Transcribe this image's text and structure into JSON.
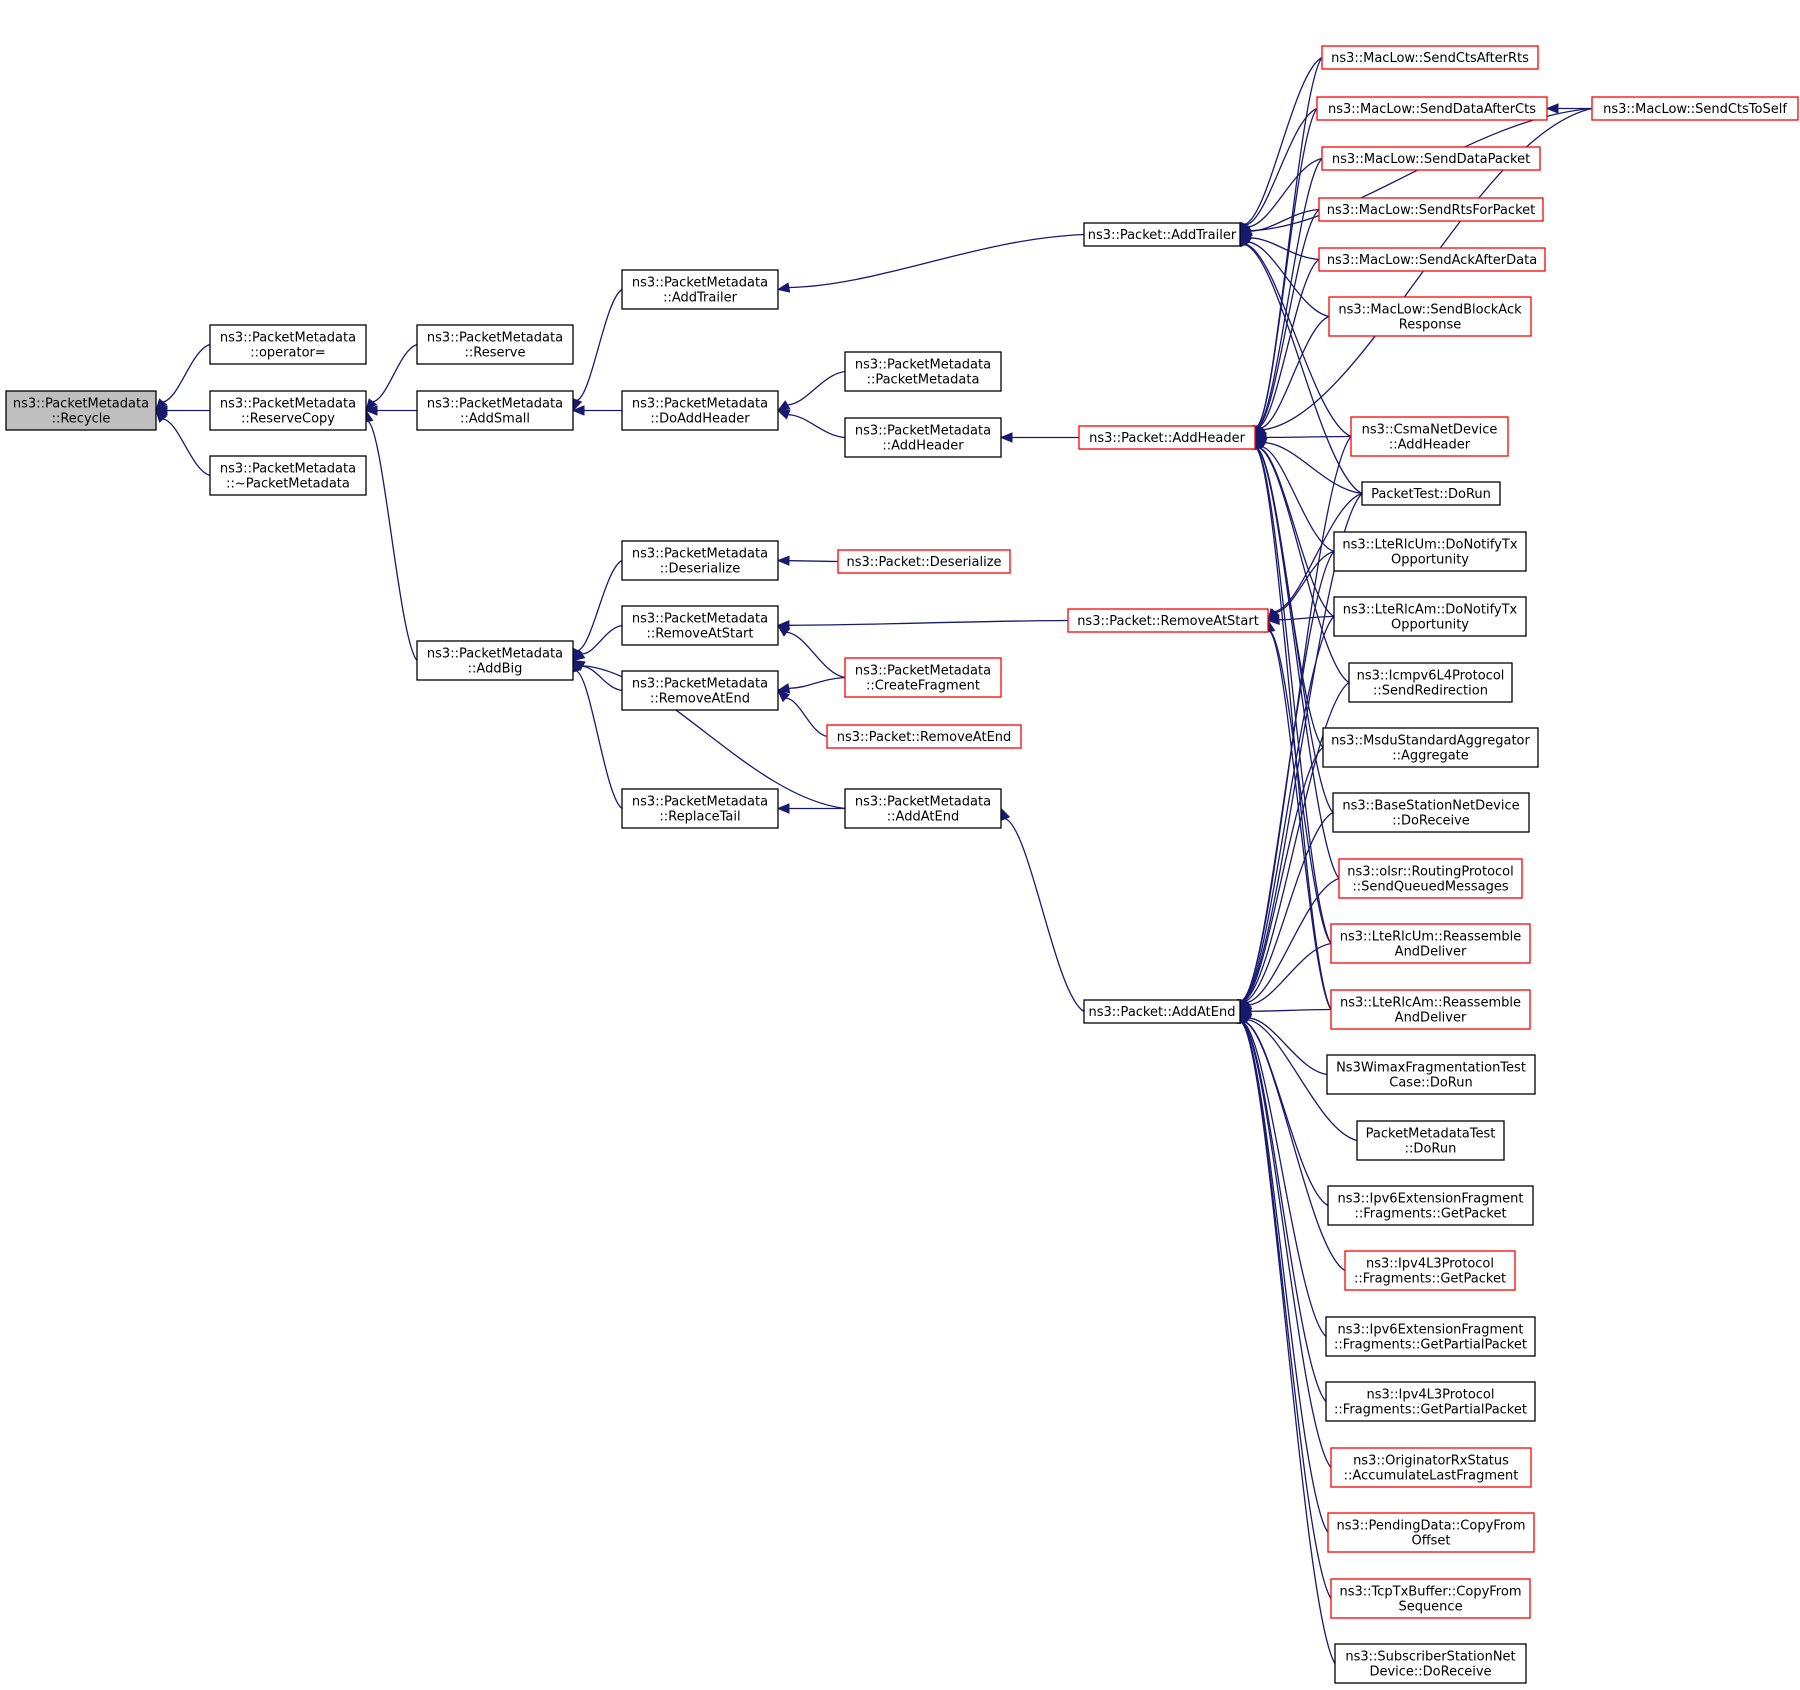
{
  "diagram": {
    "type": "call-graph",
    "direction": "right-to-left",
    "colors": {
      "edge": "#191970",
      "focus_fill": "#bfbfbf",
      "node_border": "#000000",
      "truncated_border": "#ff0000",
      "text": "#000000"
    },
    "nodes": [
      {
        "id": "recycle",
        "lines": [
          "ns3::PacketMetadata",
          "::Recycle"
        ],
        "style": "focus"
      },
      {
        "id": "operator_eq",
        "lines": [
          "ns3::PacketMetadata",
          "::operator="
        ],
        "style": "normal"
      },
      {
        "id": "reservecopy",
        "lines": [
          "ns3::PacketMetadata",
          "::ReserveCopy"
        ],
        "style": "normal"
      },
      {
        "id": "dtor",
        "lines": [
          "ns3::PacketMetadata",
          "::~PacketMetadata"
        ],
        "style": "normal"
      },
      {
        "id": "reserve",
        "lines": [
          "ns3::PacketMetadata",
          "::Reserve"
        ],
        "style": "normal"
      },
      {
        "id": "addsmall",
        "lines": [
          "ns3::PacketMetadata",
          "::AddSmall"
        ],
        "style": "normal"
      },
      {
        "id": "addbig",
        "lines": [
          "ns3::PacketMetadata",
          "::AddBig"
        ],
        "style": "normal"
      },
      {
        "id": "pm_addtrailer",
        "lines": [
          "ns3::PacketMetadata",
          "::AddTrailer"
        ],
        "style": "normal"
      },
      {
        "id": "pm_doaddheader",
        "lines": [
          "ns3::PacketMetadata",
          "::DoAddHeader"
        ],
        "style": "normal"
      },
      {
        "id": "pm_deserialize",
        "lines": [
          "ns3::PacketMetadata",
          "::Deserialize"
        ],
        "style": "normal"
      },
      {
        "id": "pm_removeatstart",
        "lines": [
          "ns3::PacketMetadata",
          "::RemoveAtStart"
        ],
        "style": "normal"
      },
      {
        "id": "pm_removeatend",
        "lines": [
          "ns3::PacketMetadata",
          "::RemoveAtEnd"
        ],
        "style": "normal"
      },
      {
        "id": "pm_replacetail",
        "lines": [
          "ns3::PacketMetadata",
          "::ReplaceTail"
        ],
        "style": "normal"
      },
      {
        "id": "pm_ctor",
        "lines": [
          "ns3::PacketMetadata",
          "::PacketMetadata"
        ],
        "style": "normal"
      },
      {
        "id": "pm_addheader",
        "lines": [
          "ns3::PacketMetadata",
          "::AddHeader"
        ],
        "style": "normal"
      },
      {
        "id": "p_deserialize",
        "lines": [
          "ns3::Packet::Deserialize"
        ],
        "style": "truncated"
      },
      {
        "id": "pm_createfragment",
        "lines": [
          "ns3::PacketMetadata",
          "::CreateFragment"
        ],
        "style": "truncated"
      },
      {
        "id": "p_removeatend",
        "lines": [
          "ns3::Packet::RemoveAtEnd"
        ],
        "style": "truncated"
      },
      {
        "id": "pm_addatend",
        "lines": [
          "ns3::PacketMetadata",
          "::AddAtEnd"
        ],
        "style": "normal"
      },
      {
        "id": "p_addtrailer",
        "lines": [
          "ns3::Packet::AddTrailer"
        ],
        "style": "normal"
      },
      {
        "id": "p_addheader",
        "lines": [
          "ns3::Packet::AddHeader"
        ],
        "style": "truncated"
      },
      {
        "id": "p_removeatstart",
        "lines": [
          "ns3::Packet::RemoveAtStart"
        ],
        "style": "truncated"
      },
      {
        "id": "p_addatend",
        "lines": [
          "ns3::Packet::AddAtEnd"
        ],
        "style": "normal"
      },
      {
        "id": "ml_sendctsafterrts",
        "lines": [
          "ns3::MacLow::SendCtsAfterRts"
        ],
        "style": "truncated"
      },
      {
        "id": "ml_senddataaftercts",
        "lines": [
          "ns3::MacLow::SendDataAfterCts"
        ],
        "style": "truncated"
      },
      {
        "id": "ml_senddatapacket",
        "lines": [
          "ns3::MacLow::SendDataPacket"
        ],
        "style": "truncated"
      },
      {
        "id": "ml_sendrtsforpacket",
        "lines": [
          "ns3::MacLow::SendRtsForPacket"
        ],
        "style": "truncated"
      },
      {
        "id": "ml_sendackafterdata",
        "lines": [
          "ns3::MacLow::SendAckAfterData"
        ],
        "style": "truncated"
      },
      {
        "id": "ml_sendblockack",
        "lines": [
          "ns3::MacLow::SendBlockAck",
          "Response"
        ],
        "style": "truncated"
      },
      {
        "id": "ml_sendctstoself",
        "lines": [
          "ns3::MacLow::SendCtsToSelf"
        ],
        "style": "truncated"
      },
      {
        "id": "csma_addheader",
        "lines": [
          "ns3::CsmaNetDevice",
          "::AddHeader"
        ],
        "style": "truncated"
      },
      {
        "id": "packettest_dorun",
        "lines": [
          "PacketTest::DoRun"
        ],
        "style": "normal"
      },
      {
        "id": "lterlcum_dontx",
        "lines": [
          "ns3::LteRlcUm::DoNotifyTx",
          "Opportunity"
        ],
        "style": "normal"
      },
      {
        "id": "lterlcam_dontx",
        "lines": [
          "ns3::LteRlcAm::DoNotifyTx",
          "Opportunity"
        ],
        "style": "normal"
      },
      {
        "id": "icmpv6_sendredirection",
        "lines": [
          "ns3::Icmpv6L4Protocol",
          "::SendRedirection"
        ],
        "style": "normal"
      },
      {
        "id": "msdu_aggregate",
        "lines": [
          "ns3::MsduStandardAggregator",
          "::Aggregate"
        ],
        "style": "normal"
      },
      {
        "id": "bsnd_doreceive",
        "lines": [
          "ns3::BaseStationNetDevice",
          "::DoReceive"
        ],
        "style": "normal"
      },
      {
        "id": "olsr_sendqueued",
        "lines": [
          "ns3::olsr::RoutingProtocol",
          "::SendQueuedMessages"
        ],
        "style": "truncated"
      },
      {
        "id": "lterlcum_reassemble",
        "lines": [
          "ns3::LteRlcUm::Reassemble",
          "AndDeliver"
        ],
        "style": "truncated"
      },
      {
        "id": "lterlcam_reassemble",
        "lines": [
          "ns3::LteRlcAm::Reassemble",
          "AndDeliver"
        ],
        "style": "truncated"
      },
      {
        "id": "wimaxfrag_dorun",
        "lines": [
          "Ns3WimaxFragmentationTest",
          "Case::DoRun"
        ],
        "style": "normal"
      },
      {
        "id": "pmtest_dorun",
        "lines": [
          "PacketMetadataTest",
          "::DoRun"
        ],
        "style": "normal"
      },
      {
        "id": "ipv6frag_getpacket",
        "lines": [
          "ns3::Ipv6ExtensionFragment",
          "::Fragments::GetPacket"
        ],
        "style": "normal"
      },
      {
        "id": "ipv4l3_getpacket",
        "lines": [
          "ns3::Ipv4L3Protocol",
          "::Fragments::GetPacket"
        ],
        "style": "truncated"
      },
      {
        "id": "ipv6frag_getpartial",
        "lines": [
          "ns3::Ipv6ExtensionFragment",
          "::Fragments::GetPartialPacket"
        ],
        "style": "normal"
      },
      {
        "id": "ipv4l3_getpartial",
        "lines": [
          "ns3::Ipv4L3Protocol",
          "::Fragments::GetPartialPacket"
        ],
        "style": "normal"
      },
      {
        "id": "origrx_accumulate",
        "lines": [
          "ns3::OriginatorRxStatus",
          "::AccumulateLastFragment"
        ],
        "style": "truncated"
      },
      {
        "id": "pendingdata_copyfrom",
        "lines": [
          "ns3::PendingData::CopyFrom",
          "Offset"
        ],
        "style": "truncated"
      },
      {
        "id": "tcptxbuffer_copyfrom",
        "lines": [
          "ns3::TcpTxBuffer::CopyFrom",
          "Sequence"
        ],
        "style": "truncated"
      },
      {
        "id": "ssnd_doreceive",
        "lines": [
          "ns3::SubscriberStationNet",
          "Device::DoReceive"
        ],
        "style": "normal"
      }
    ],
    "edges": [
      {
        "from": "operator_eq",
        "to": "recycle"
      },
      {
        "from": "reservecopy",
        "to": "recycle"
      },
      {
        "from": "dtor",
        "to": "recycle"
      },
      {
        "from": "reserve",
        "to": "reservecopy"
      },
      {
        "from": "addsmall",
        "to": "reservecopy"
      },
      {
        "from": "addbig",
        "to": "reservecopy"
      },
      {
        "from": "pm_addtrailer",
        "to": "addsmall"
      },
      {
        "from": "pm_doaddheader",
        "to": "addsmall"
      },
      {
        "from": "pm_deserialize",
        "to": "addbig"
      },
      {
        "from": "pm_removeatstart",
        "to": "addbig"
      },
      {
        "from": "pm_removeatend",
        "to": "addbig"
      },
      {
        "from": "pm_replacetail",
        "to": "addbig"
      },
      {
        "from": "pm_addatend",
        "to": "addbig"
      },
      {
        "from": "p_addtrailer",
        "to": "pm_addtrailer"
      },
      {
        "from": "pm_ctor",
        "to": "pm_doaddheader"
      },
      {
        "from": "pm_addheader",
        "to": "pm_doaddheader"
      },
      {
        "from": "p_deserialize",
        "to": "pm_deserialize"
      },
      {
        "from": "p_removeatstart",
        "to": "pm_removeatstart"
      },
      {
        "from": "pm_createfragment",
        "to": "pm_removeatstart"
      },
      {
        "from": "pm_createfragment",
        "to": "pm_removeatend"
      },
      {
        "from": "p_removeatend",
        "to": "pm_removeatend"
      },
      {
        "from": "pm_addatend",
        "to": "pm_replacetail"
      },
      {
        "from": "p_addheader",
        "to": "pm_addheader"
      },
      {
        "from": "p_addatend",
        "to": "pm_addatend"
      },
      {
        "from": "ml_sendctsafterrts",
        "to": "p_addtrailer"
      },
      {
        "from": "ml_senddataaftercts",
        "to": "p_addtrailer"
      },
      {
        "from": "ml_senddatapacket",
        "to": "p_addtrailer"
      },
      {
        "from": "ml_sendrtsforpacket",
        "to": "p_addtrailer"
      },
      {
        "from": "ml_sendackafterdata",
        "to": "p_addtrailer"
      },
      {
        "from": "ml_sendblockack",
        "to": "p_addtrailer"
      },
      {
        "from": "ml_sendctstoself",
        "to": "p_addtrailer"
      },
      {
        "from": "csma_addheader",
        "to": "p_addtrailer"
      },
      {
        "from": "packettest_dorun",
        "to": "p_addtrailer"
      },
      {
        "from": "ml_sendctstoself",
        "to": "ml_senddataaftercts"
      },
      {
        "from": "ml_sendctsafterrts",
        "to": "p_addheader"
      },
      {
        "from": "ml_senddataaftercts",
        "to": "p_addheader"
      },
      {
        "from": "ml_senddatapacket",
        "to": "p_addheader"
      },
      {
        "from": "ml_sendrtsforpacket",
        "to": "p_addheader"
      },
      {
        "from": "ml_sendackafterdata",
        "to": "p_addheader"
      },
      {
        "from": "ml_sendblockack",
        "to": "p_addheader"
      },
      {
        "from": "ml_sendctstoself",
        "to": "p_addheader"
      },
      {
        "from": "csma_addheader",
        "to": "p_addheader"
      },
      {
        "from": "packettest_dorun",
        "to": "p_addheader"
      },
      {
        "from": "lterlcum_dontx",
        "to": "p_addheader"
      },
      {
        "from": "lterlcam_dontx",
        "to": "p_addheader"
      },
      {
        "from": "icmpv6_sendredirection",
        "to": "p_addheader"
      },
      {
        "from": "msdu_aggregate",
        "to": "p_addheader"
      },
      {
        "from": "bsnd_doreceive",
        "to": "p_addheader"
      },
      {
        "from": "olsr_sendqueued",
        "to": "p_addheader"
      },
      {
        "from": "lterlcum_reassemble",
        "to": "p_addheader"
      },
      {
        "from": "lterlcam_reassemble",
        "to": "p_addheader"
      },
      {
        "from": "packettest_dorun",
        "to": "p_removeatstart"
      },
      {
        "from": "lterlcum_dontx",
        "to": "p_removeatstart"
      },
      {
        "from": "lterlcam_dontx",
        "to": "p_removeatstart"
      },
      {
        "from": "lterlcum_reassemble",
        "to": "p_removeatstart"
      },
      {
        "from": "lterlcam_reassemble",
        "to": "p_removeatstart"
      },
      {
        "from": "csma_addheader",
        "to": "p_addatend"
      },
      {
        "from": "packettest_dorun",
        "to": "p_addatend"
      },
      {
        "from": "lterlcum_dontx",
        "to": "p_addatend"
      },
      {
        "from": "lterlcam_dontx",
        "to": "p_addatend"
      },
      {
        "from": "icmpv6_sendredirection",
        "to": "p_addatend"
      },
      {
        "from": "msdu_aggregate",
        "to": "p_addatend"
      },
      {
        "from": "bsnd_doreceive",
        "to": "p_addatend"
      },
      {
        "from": "olsr_sendqueued",
        "to": "p_addatend"
      },
      {
        "from": "lterlcum_reassemble",
        "to": "p_addatend"
      },
      {
        "from": "lterlcam_reassemble",
        "to": "p_addatend"
      },
      {
        "from": "wimaxfrag_dorun",
        "to": "p_addatend"
      },
      {
        "from": "pmtest_dorun",
        "to": "p_addatend"
      },
      {
        "from": "ipv6frag_getpacket",
        "to": "p_addatend"
      },
      {
        "from": "ipv4l3_getpacket",
        "to": "p_addatend"
      },
      {
        "from": "ipv6frag_getpartial",
        "to": "p_addatend"
      },
      {
        "from": "ipv4l3_getpartial",
        "to": "p_addatend"
      },
      {
        "from": "origrx_accumulate",
        "to": "p_addatend"
      },
      {
        "from": "pendingdata_copyfrom",
        "to": "p_addatend"
      },
      {
        "from": "tcptxbuffer_copyfrom",
        "to": "p_addatend"
      },
      {
        "from": "ssnd_doreceive",
        "to": "p_addatend"
      }
    ]
  }
}
